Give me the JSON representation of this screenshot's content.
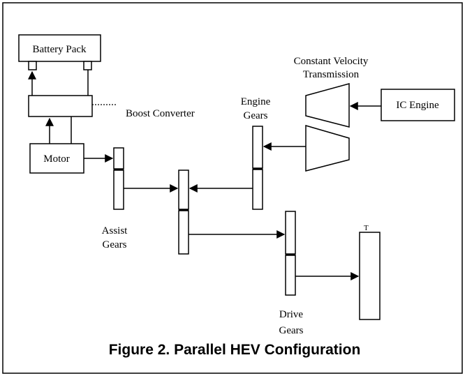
{
  "labels": {
    "battery_pack": "Battery Pack",
    "boost_converter": "Boost Converter",
    "motor": "Motor",
    "cvt_line1": "Constant Velocity",
    "cvt_line2": "Transmission",
    "ic_engine": "IC Engine",
    "engine_gears_line1": "Engine",
    "engine_gears_line2": "Gears",
    "assist_gears_line1": "Assist",
    "assist_gears_line2": "Gears",
    "drive_gears_line1": "Drive",
    "drive_gears_line2": "Gears",
    "tire_partial": "T"
  },
  "caption": "Figure 2. Parallel HEV Configuration"
}
